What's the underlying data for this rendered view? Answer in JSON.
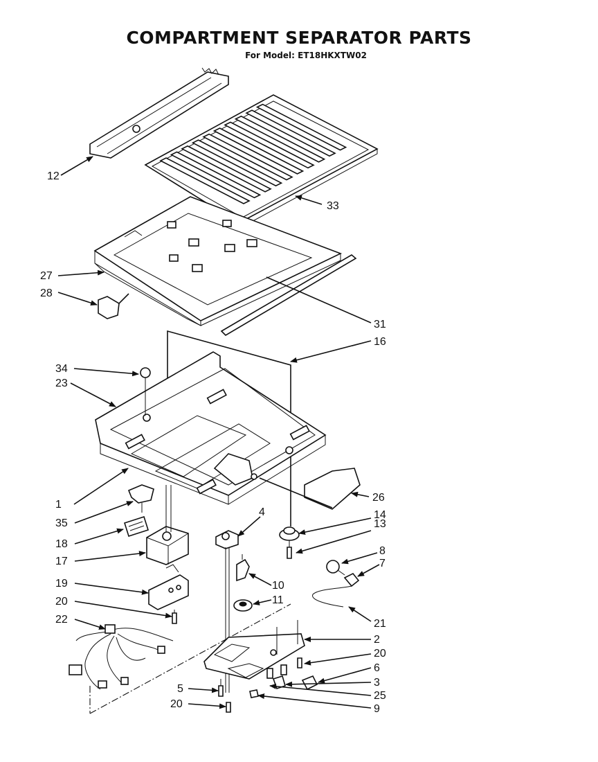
{
  "header": {
    "title": "COMPARTMENT SEPARATOR PARTS",
    "subtitle": "For Model: ET18HKXTW02"
  },
  "callouts": [
    "12",
    "33",
    "27",
    "28",
    "31",
    "16",
    "34",
    "23",
    "1",
    "26",
    "35",
    "4",
    "14",
    "13",
    "18",
    "17",
    "8",
    "7",
    "10",
    "19",
    "11",
    "20",
    "21",
    "22",
    "2",
    "20",
    "6",
    "5",
    "3",
    "25",
    "20",
    "9"
  ]
}
